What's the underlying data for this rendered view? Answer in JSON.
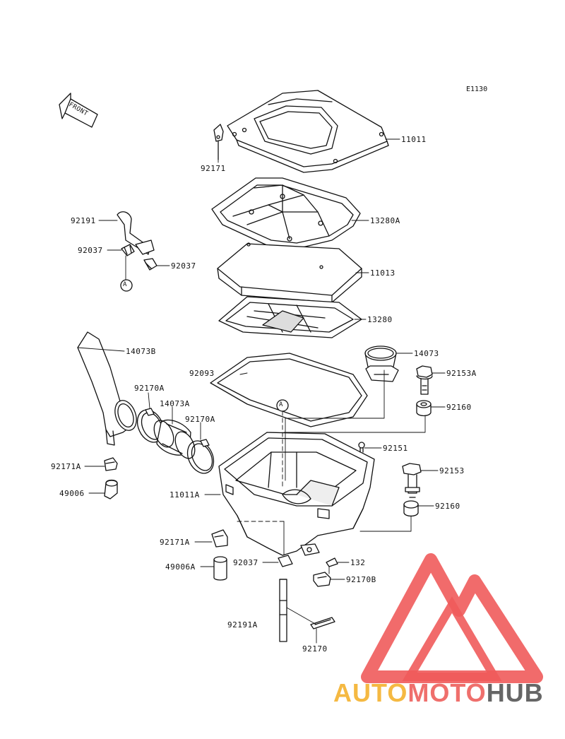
{
  "diagram_code": "E1130",
  "front_label": "FRONT",
  "ref_marker": "A",
  "parts": {
    "p11011": "11011",
    "p92171": "92171",
    "p13280A": "13280A",
    "p92191": "92191",
    "p92037_left": "92037",
    "p92037_right": "92037",
    "p11013": "11013",
    "p13280": "13280",
    "p14073B": "14073B",
    "p14073": "14073",
    "p92093": "92093",
    "p92153A": "92153A",
    "p92170A_1": "92170A",
    "p14073A": "14073A",
    "p92170A_2": "92170A",
    "p92160_1": "92160",
    "p92151": "92151",
    "p92171A_1": "92171A",
    "p92153": "92153",
    "p49006": "49006",
    "p11011A": "11011A",
    "p92160_2": "92160",
    "p92171A_2": "92171A",
    "p92037_bottom": "92037",
    "p132": "132",
    "p49006A": "49006A",
    "p92170B": "92170B",
    "p92191A": "92191A",
    "p92170": "92170"
  },
  "watermark": {
    "part1": "AUTO",
    "part2": "MOTO",
    "part3": "HUB",
    "color1": "#f5b942",
    "color2": "#ef6f6c",
    "color3": "#666666",
    "logo_color": "#ef5b5b"
  }
}
